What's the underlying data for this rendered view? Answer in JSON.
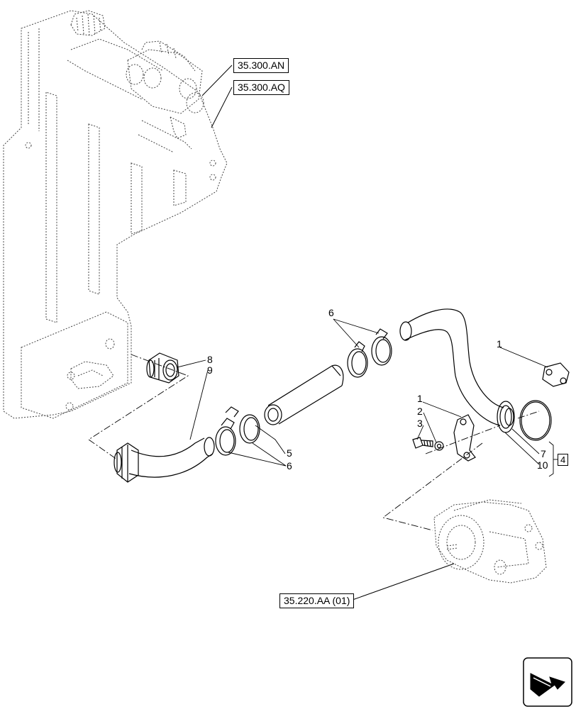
{
  "references": {
    "ref_an": "35.300.AN",
    "ref_aq": "35.300.AQ",
    "ref_pump": "35.220.AA (01)"
  },
  "callouts": {
    "c1a": "1",
    "c1b": "1",
    "c2": "2",
    "c3": "3",
    "c4": "4",
    "c5": "5",
    "c6a": "6",
    "c6b": "6",
    "c7": "7",
    "c8": "8",
    "c9": "9",
    "c10": "10"
  },
  "icons": {
    "nav": "next-page-arrow-icon"
  },
  "colors": {
    "line": "#000000",
    "background": "#ffffff"
  }
}
